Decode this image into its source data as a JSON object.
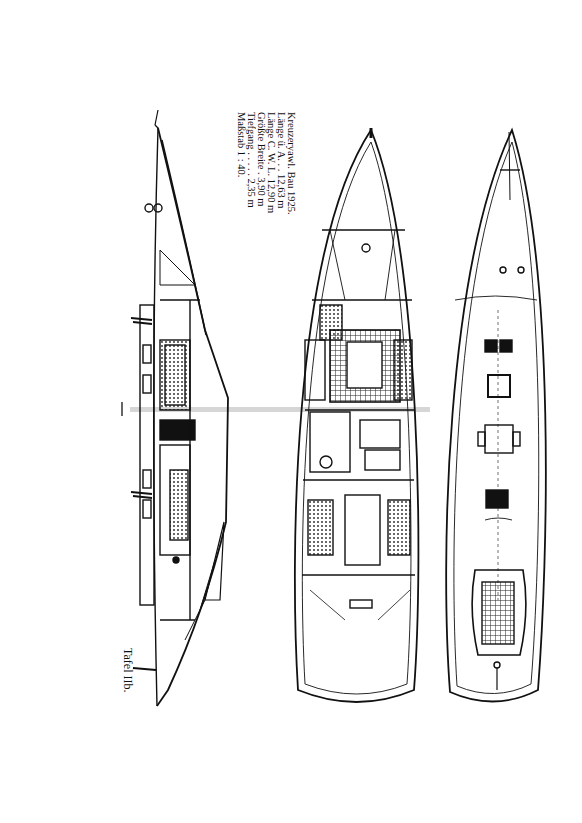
{
  "diagram": {
    "labels": [
      "Kreuzeryawl. Bau 1925.",
      "Länge ü. A. . . 12,63 m",
      "Länge C. W. L. 12,90 m",
      "Größte Breite . 3,90 m",
      "Tiefgang . . . . . 2,35 m",
      "Maßstab 1 : 40.",
      "Tafel IIb."
    ]
  }
}
